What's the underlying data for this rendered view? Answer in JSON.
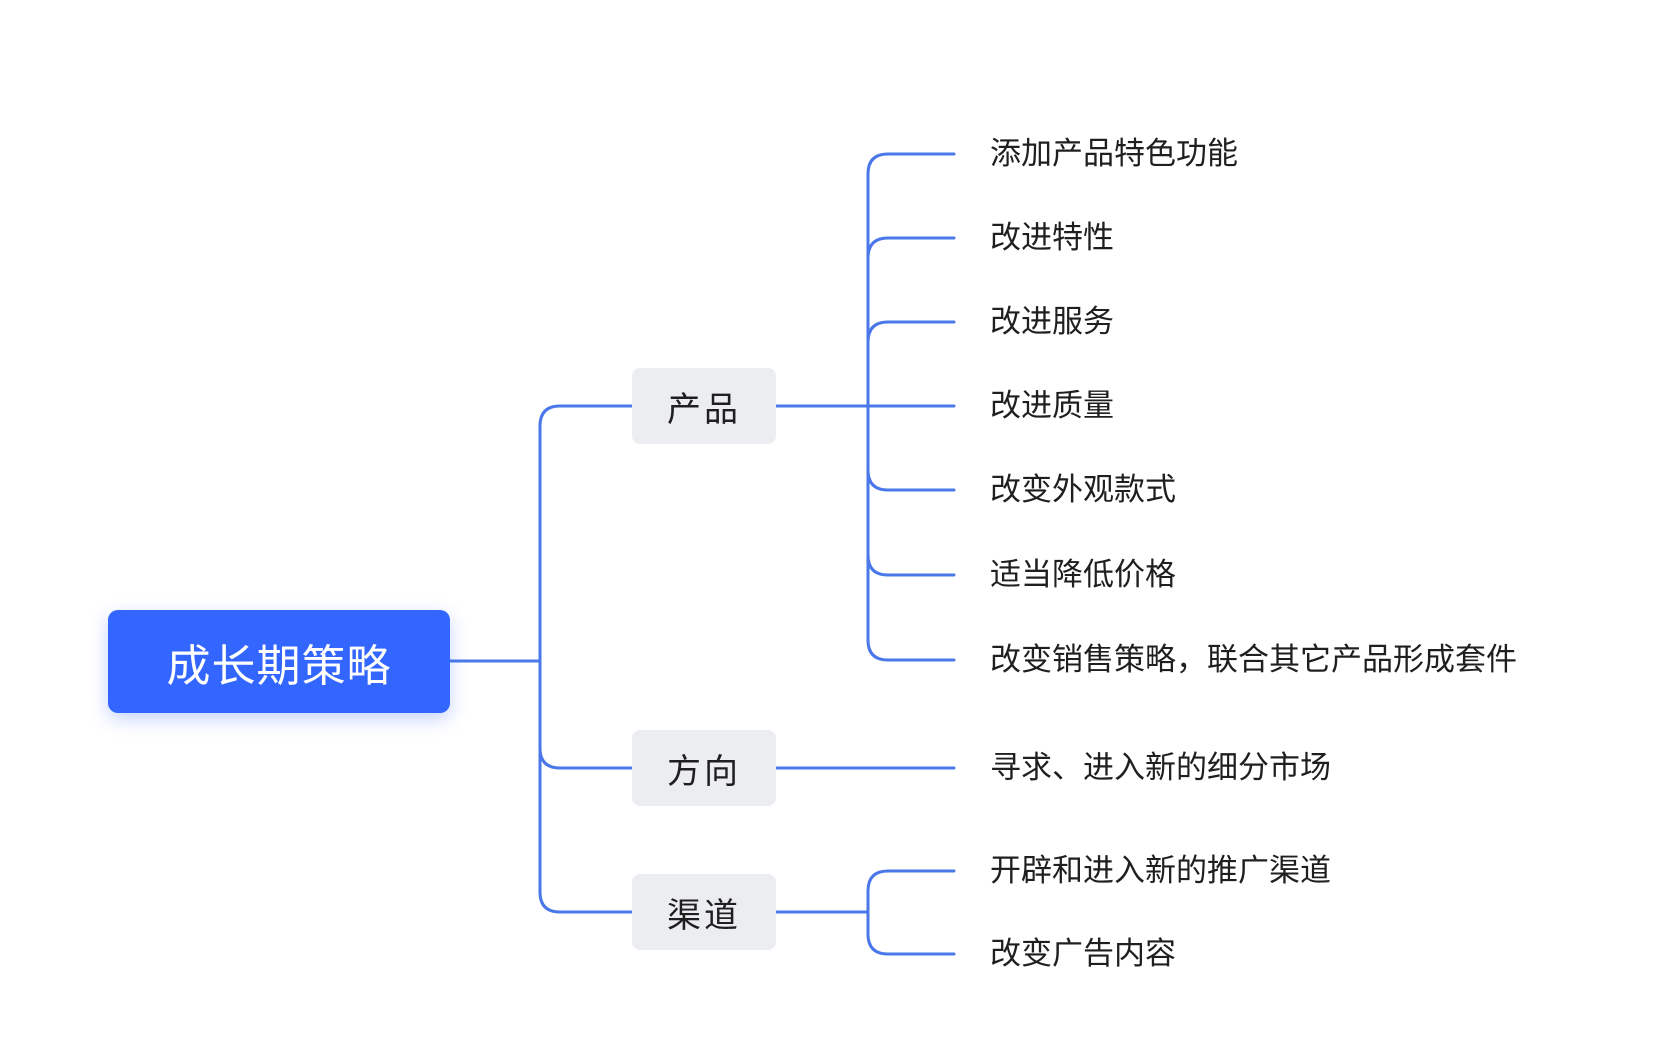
{
  "colors": {
    "connector": "#4a78e8",
    "root_bg": "#3366ff",
    "branch_bg": "#ecedf0",
    "text": "#1f1f1f"
  },
  "root": {
    "label": "成长期策略"
  },
  "branches": [
    {
      "label": "产品",
      "leaves": [
        "添加产品特色功能",
        "改进特性",
        "改进服务",
        "改进质量",
        "改变外观款式",
        "适当降低价格",
        "改变销售策略，联合其它产品形成套件"
      ]
    },
    {
      "label": "方向",
      "leaves": [
        "寻求、进入新的细分市场"
      ]
    },
    {
      "label": "渠道",
      "leaves": [
        "开辟和进入新的推广渠道",
        "改变广告内容"
      ]
    }
  ]
}
